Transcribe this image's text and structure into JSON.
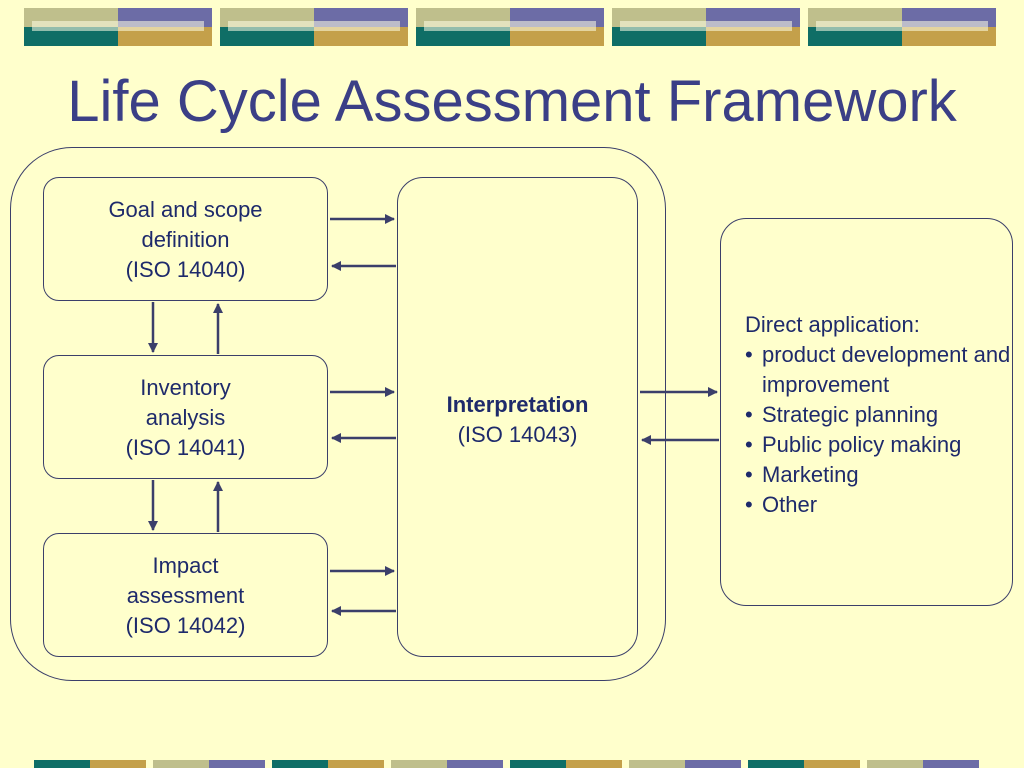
{
  "slide": {
    "title": "Life Cycle Assessment Framework"
  },
  "framework": {
    "goal_scope": {
      "line1": "Goal and scope",
      "line2": "definition",
      "line3": "(ISO 14040)"
    },
    "inventory": {
      "line1": "Inventory",
      "line2": "analysis",
      "line3": "(ISO 14041)"
    },
    "impact": {
      "line1": "Impact",
      "line2": "assessment",
      "line3": "(ISO 14042)"
    },
    "interpretation": {
      "label": "Interpretation",
      "standard": "(ISO 14043)"
    }
  },
  "applications": {
    "heading": "Direct application:",
    "items": [
      "product development and improvement",
      "Strategic planning",
      "Public policy making",
      "Marketing",
      "Other"
    ]
  },
  "colors": {
    "background": "#ffffcc",
    "title": "#3b3f86",
    "text": "#1e2a6b",
    "border": "#3b3f6a",
    "arrow": "#3b3f6a",
    "band_olive": "#bfbf8c",
    "band_purple": "#6c6ca6",
    "band_teal": "#0f6e66",
    "band_gold": "#c4a04a"
  }
}
